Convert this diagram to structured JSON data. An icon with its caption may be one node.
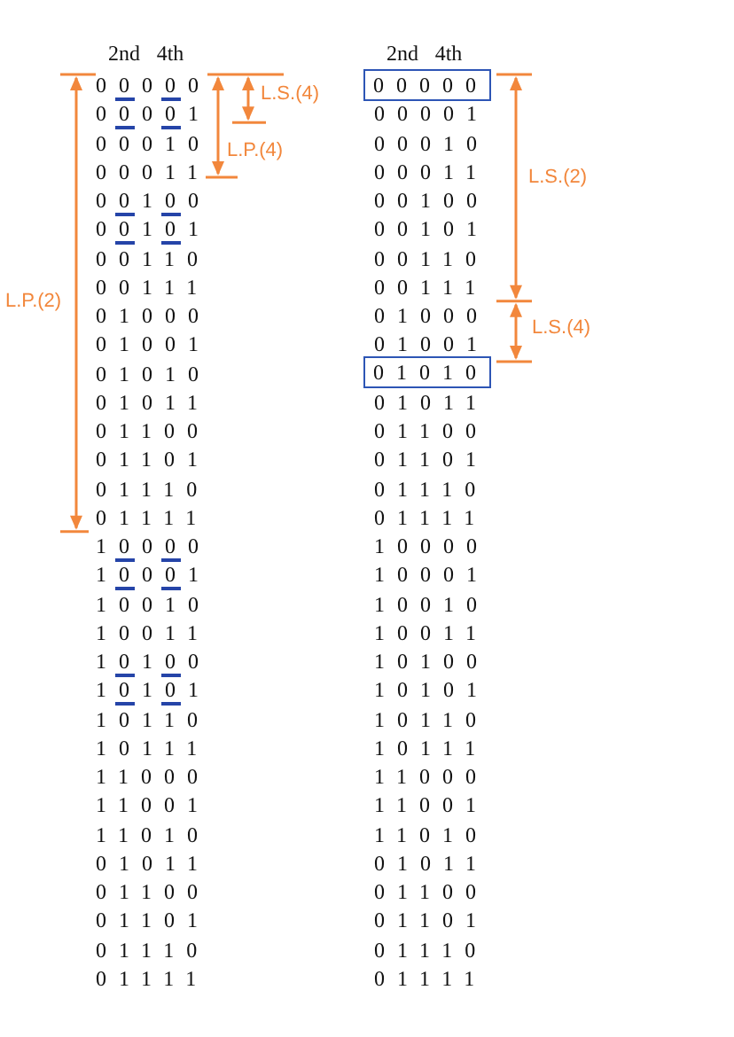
{
  "diagram": {
    "nodes": [
      {
        "text": [
          "00000"
        ]
      },
      {
        "text": [
          "01010"
        ]
      }
    ],
    "labels": [
      "2nd",
      "4th",
      "00000",
      "00001",
      "00010",
      "00011",
      "00100",
      "00101",
      "00110",
      "00111",
      "01000",
      "01001",
      "01010",
      "01011",
      "01100",
      "01101",
      "01110",
      "01111",
      "10000",
      "10001",
      "10010",
      "10011",
      "10100",
      "10101",
      "10110",
      "10111",
      "11000",
      "11001",
      "11010",
      "01011",
      "01100",
      "01101",
      "01110",
      "01111",
      "L.S.(4)",
      "L.P.(4)",
      "L.P.(2)",
      "2nd",
      "4th",
      "00001",
      "00010",
      "00011",
      "00100",
      "00101",
      "00110",
      "00111",
      "01000",
      "01001",
      "01011",
      "01100",
      "01101",
      "01110",
      "01111",
      "10000",
      "10001",
      "10010",
      "10011",
      "10100",
      "10101",
      "10110",
      "10111",
      "11000",
      "11001",
      "11010",
      "01011",
      "01100",
      "01101",
      "01110",
      "01111",
      "L.S.(2)",
      "L.S.(4)"
    ]
  }
}
